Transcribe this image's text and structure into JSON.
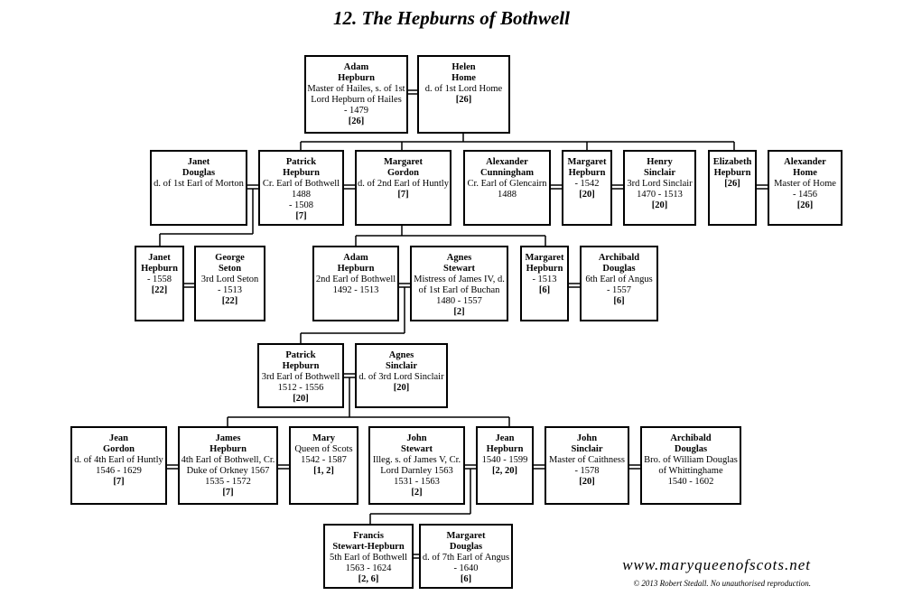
{
  "title": "12.  The  Hepburns of Bothwell",
  "website": "www.maryqueenofscots.net",
  "copyright": "© 2013 Robert Stedall. No unauthorised reproduction.",
  "people": {
    "adam1": {
      "name": [
        "Adam",
        "Hepburn"
      ],
      "lines": [
        "Master of Hailes, s. of 1st",
        "Lord Hepburn of Hailes",
        "- 1479"
      ],
      "ref": "[26]"
    },
    "helen": {
      "name": [
        "Helen",
        "Home"
      ],
      "lines": [
        "d. of 1st Lord Home"
      ],
      "ref": "[26]"
    },
    "janetd": {
      "name": [
        "Janet",
        "Douglas"
      ],
      "lines": [
        "d. of 1st Earl of Morton"
      ],
      "ref": ""
    },
    "patrick1": {
      "name": [
        "Patrick",
        "Hepburn"
      ],
      "lines": [
        "Cr. Earl of Bothwell",
        "1488",
        "- 1508"
      ],
      "ref": "[7]"
    },
    "margaretg": {
      "name": [
        "Margaret",
        "Gordon"
      ],
      "lines": [
        "d. of 2nd Earl of Huntly"
      ],
      "ref": "[7]"
    },
    "alexc": {
      "name": [
        "Alexander",
        "Cunningham"
      ],
      "lines": [
        "Cr. Earl of Glencairn",
        "1488"
      ],
      "ref": ""
    },
    "margareth1": {
      "name": [
        "Margaret",
        "Hepburn"
      ],
      "lines": [
        "- 1542"
      ],
      "ref": "[20]"
    },
    "henrys": {
      "name": [
        "Henry",
        "Sinclair"
      ],
      "lines": [
        "3rd Lord Sinclair",
        "1470 - 1513"
      ],
      "ref": "[20]"
    },
    "elizabeth": {
      "name": [
        "Elizabeth",
        "Hepburn"
      ],
      "lines": [],
      "ref": "[26]"
    },
    "alexh": {
      "name": [
        "Alexander",
        "Home"
      ],
      "lines": [
        "Master of Home",
        "- 1456"
      ],
      "ref": "[26]"
    },
    "janeth": {
      "name": [
        "Janet",
        "Hepburn"
      ],
      "lines": [
        "- 1558"
      ],
      "ref": "[22]"
    },
    "george": {
      "name": [
        "George",
        "Seton"
      ],
      "lines": [
        "3rd Lord Seton",
        "- 1513"
      ],
      "ref": "[22]"
    },
    "adam2": {
      "name": [
        "Adam",
        "Hepburn"
      ],
      "lines": [
        "2nd Earl of Bothwell",
        "1492 - 1513"
      ],
      "ref": ""
    },
    "agness1": {
      "name": [
        "Agnes",
        "Stewart"
      ],
      "lines": [
        "Mistress of James IV, d.",
        "of 1st Earl of Buchan",
        "1480 - 1557"
      ],
      "ref": "[2]"
    },
    "margareth2": {
      "name": [
        "Margaret",
        "Hepburn"
      ],
      "lines": [
        "- 1513"
      ],
      "ref": "[6]"
    },
    "archd1": {
      "name": [
        "Archibald",
        "Douglas"
      ],
      "lines": [
        "6th Earl of Angus",
        "- 1557"
      ],
      "ref": "[6]"
    },
    "patrick3": {
      "name": [
        "Patrick",
        "Hepburn"
      ],
      "lines": [
        "3rd Earl of Bothwell",
        "1512 - 1556"
      ],
      "ref": "[20]"
    },
    "agnessin": {
      "name": [
        "Agnes",
        "Sinclair"
      ],
      "lines": [
        "d. of 3rd Lord Sinclair"
      ],
      "ref": "[20]"
    },
    "jeang": {
      "name": [
        "Jean",
        "Gordon"
      ],
      "lines": [
        "d. of 4th Earl of Huntly",
        "1546 - 1629"
      ],
      "ref": "[7]"
    },
    "james": {
      "name": [
        "James",
        "Hepburn"
      ],
      "lines": [
        "4th Earl of Bothwell, Cr.",
        "Duke of Orkney 1567",
        "1535 - 1572"
      ],
      "ref": "[7]"
    },
    "mary": {
      "name": [
        "Mary"
      ],
      "lines": [
        "Queen of Scots",
        "1542 - 1587"
      ],
      "ref": "[1, 2]"
    },
    "john": {
      "name": [
        "John",
        "Stewart"
      ],
      "lines": [
        "Illeg. s. of James V, Cr.",
        "Lord Darnley 1563",
        "1531 - 1563"
      ],
      "ref": "[2]"
    },
    "jeanh": {
      "name": [
        "Jean",
        "Hepburn"
      ],
      "lines": [
        "1540 - 1599"
      ],
      "ref": "[2, 20]"
    },
    "johns": {
      "name": [
        "John",
        "Sinclair"
      ],
      "lines": [
        "Master of Caithness",
        "- 1578"
      ],
      "ref": "[20]"
    },
    "archd2": {
      "name": [
        "Archibald",
        "Douglas"
      ],
      "lines": [
        "Bro. of William Douglas",
        "of Whittinghame",
        "1540 - 1602"
      ],
      "ref": ""
    },
    "francis": {
      "name": [
        "Francis",
        "Stewart-Hepburn"
      ],
      "lines": [
        "5th Earl of Bothwell",
        "1563 - 1624"
      ],
      "ref": "[2, 6]"
    },
    "margaretd": {
      "name": [
        "Margaret",
        "Douglas"
      ],
      "lines": [
        "d. of 7th Earl of Angus",
        "- 1640"
      ],
      "ref": "[6]"
    }
  }
}
